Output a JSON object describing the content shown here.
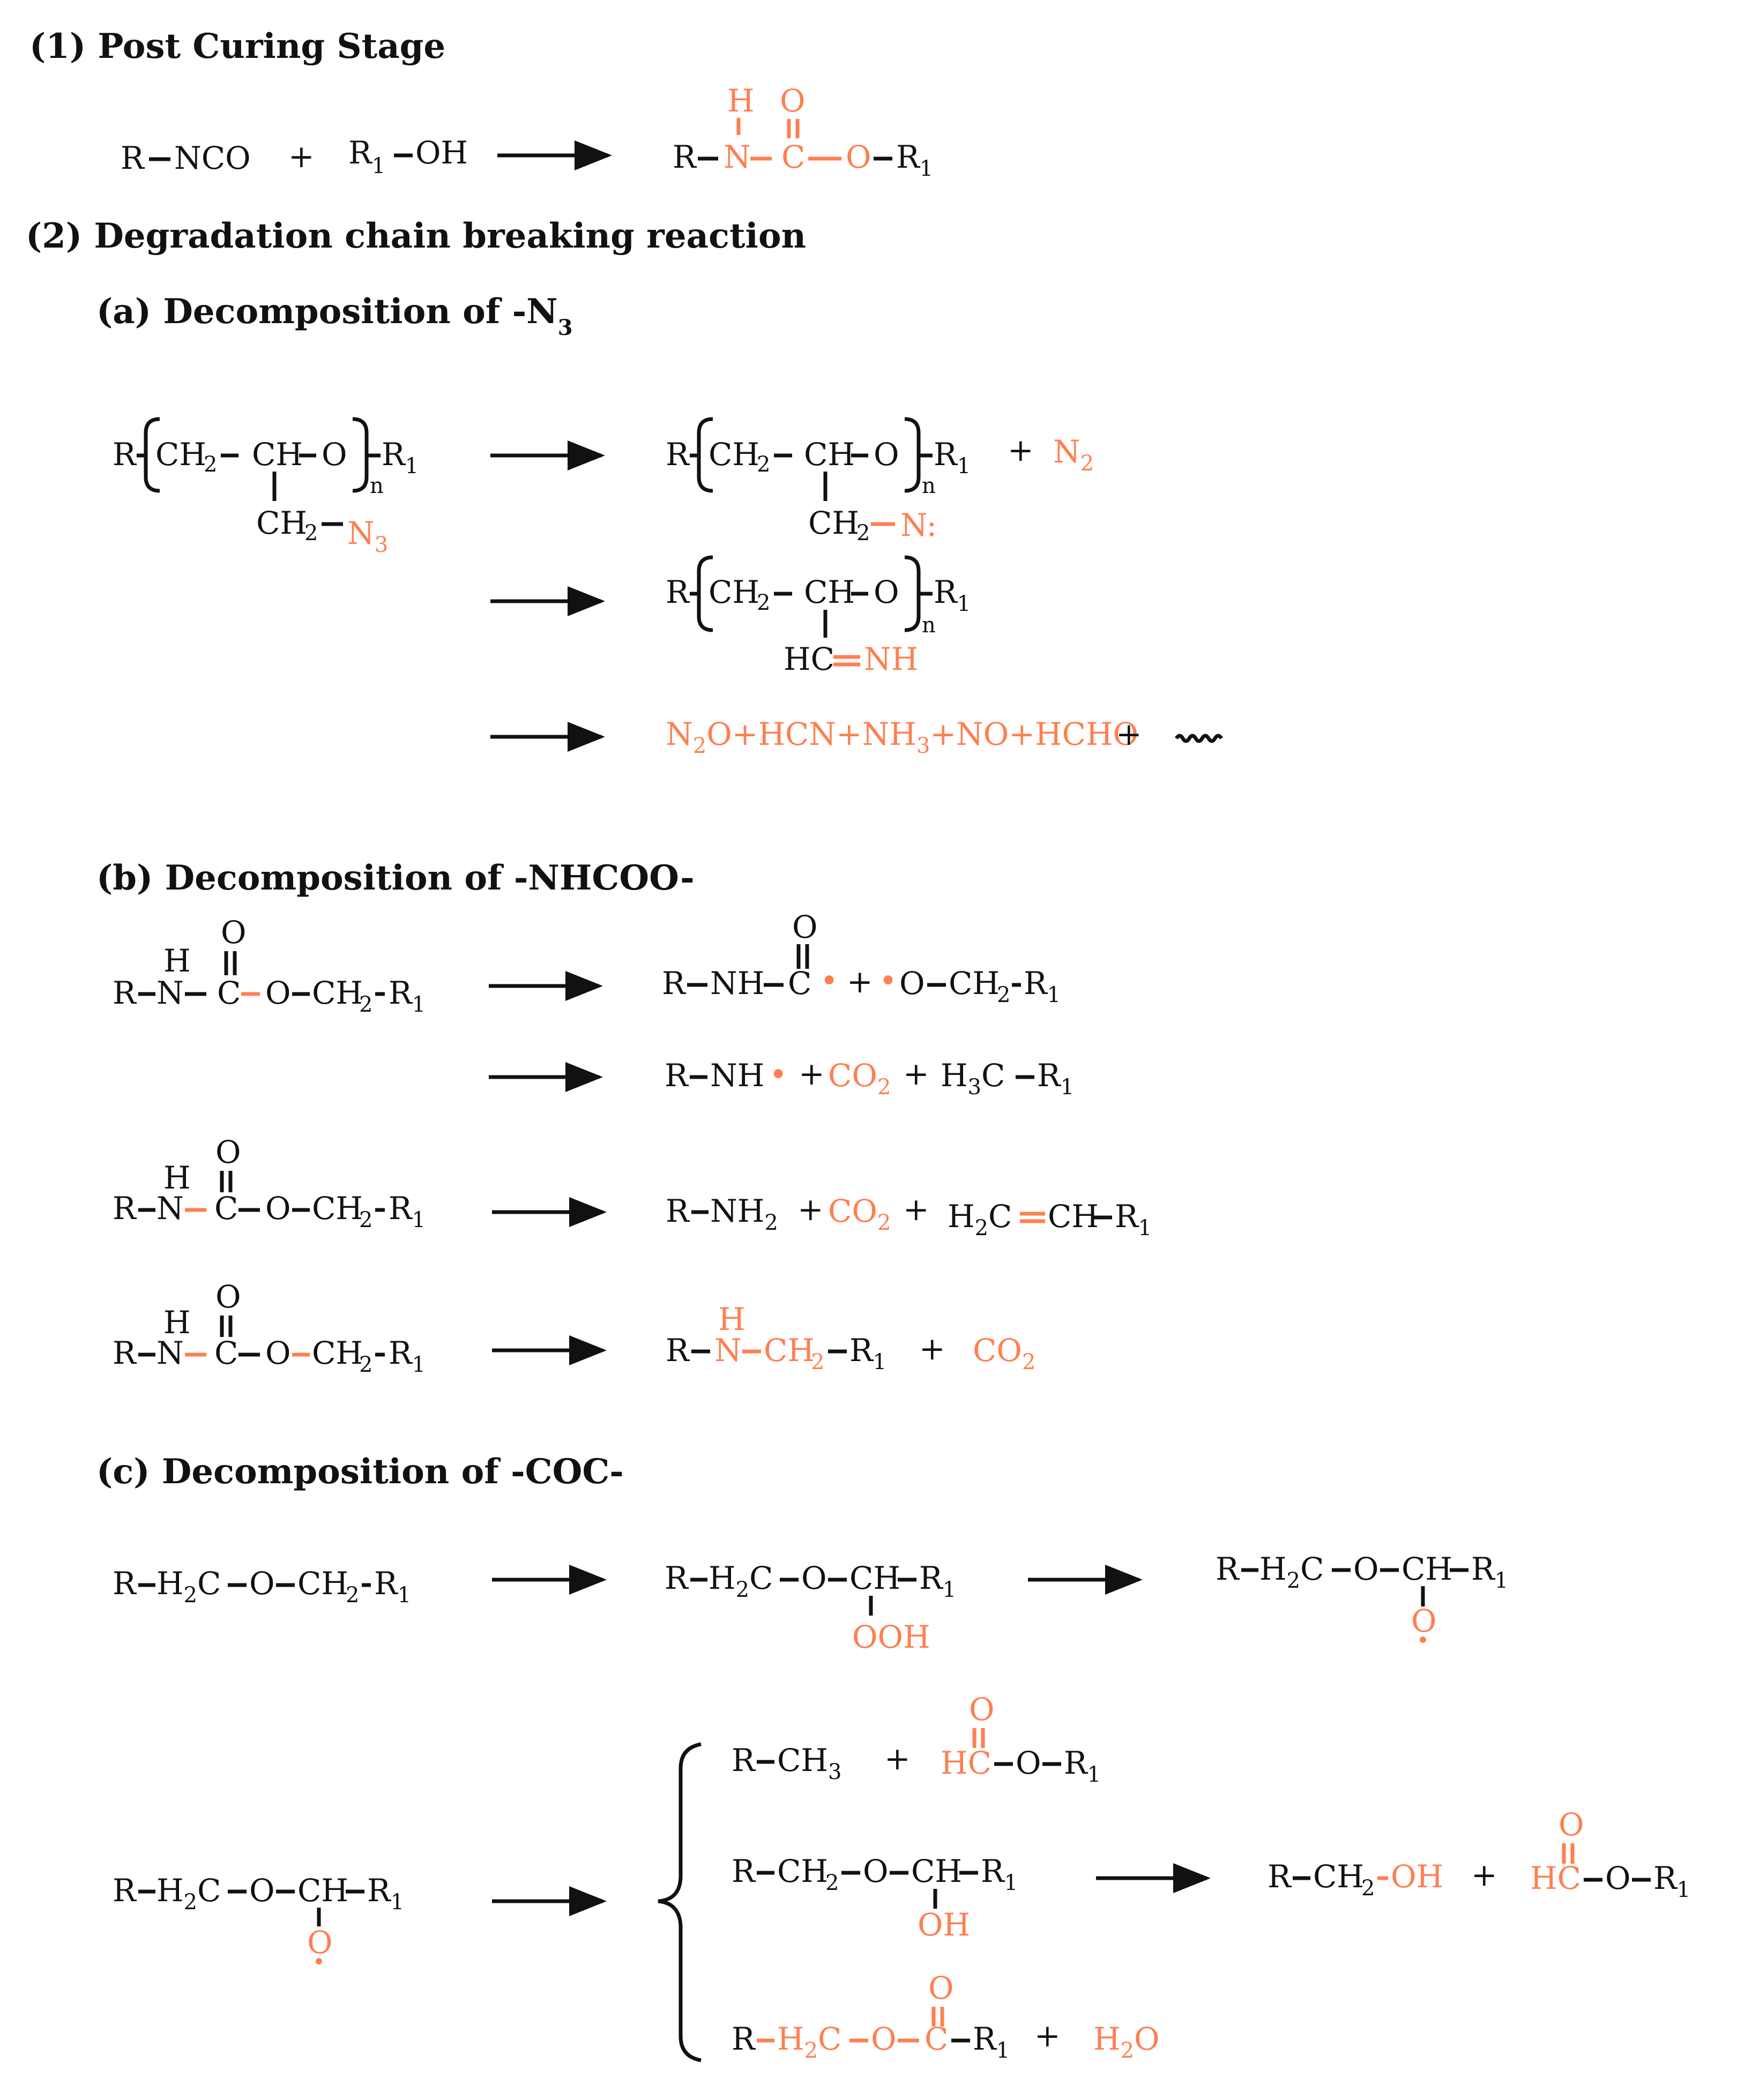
{
  "colors": {
    "accent": "#ff7f50",
    "ink": "#111111"
  },
  "headings": {
    "post_curing": "(1) Post Curing Stage",
    "degradation": "(2) Degradation chain breaking reaction",
    "a_prefix": "(a) Decomposition of -N",
    "a_sub": "3",
    "b": "(b)  Decomposition of -NHCOO-",
    "c": "(c) Decomposition of -COC-"
  },
  "atoms": {
    "R": "R",
    "R1": "R",
    "one": "1",
    "n": "n",
    "two": "2",
    "three": "3",
    "H": "H",
    "O": "O",
    "C": "C",
    "N": "N",
    "CH": "CH",
    "CH2": "CH",
    "H2C": "H",
    "H3C": "H",
    "NH": "NH",
    "NH2": "NH",
    "NCO": "NCO",
    "OH": "OH",
    "OOH": "OOH",
    "HC": "HC",
    "N_colon": "N:",
    "CO2": "CO",
    "N2": "N",
    "H2O_H": "H",
    "plus": "+",
    "dot": "•"
  },
  "gas_products": "N",
  "gas_products_parts": [
    "N",
    "2",
    "O+HCN+NH",
    "3",
    "+NO+HCHO"
  ]
}
